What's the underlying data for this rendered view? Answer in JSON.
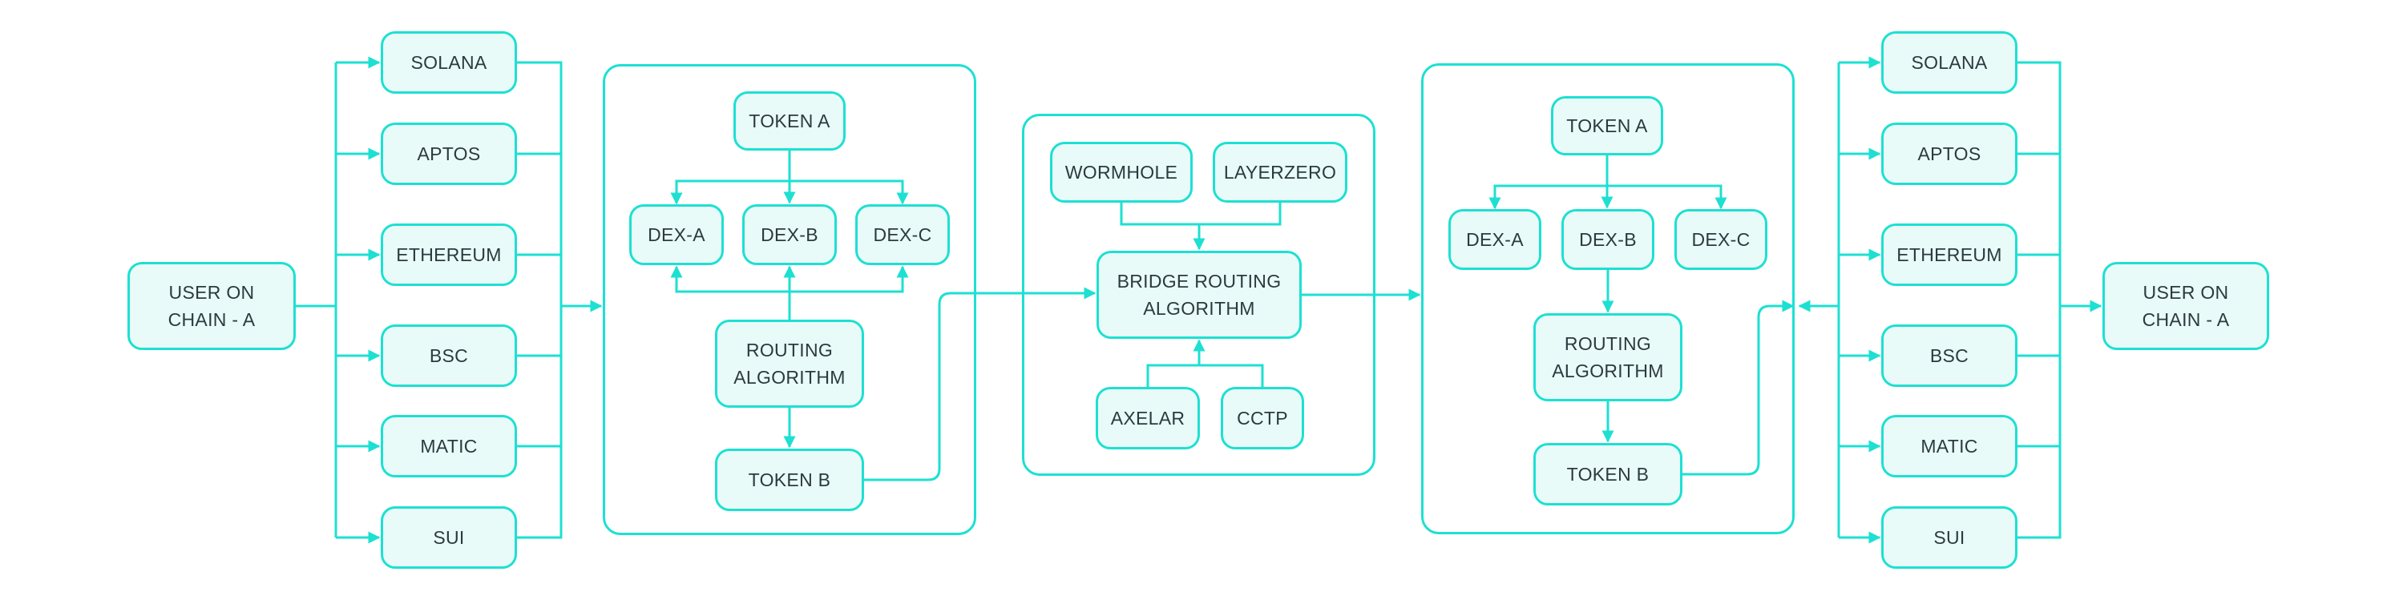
{
  "colors": {
    "stroke": "#1de0d2",
    "fill": "#e9fbf8",
    "text": "#2c3a3f",
    "background": "#ffffff"
  },
  "left": {
    "user": "USER ON\nCHAIN - A",
    "chains": [
      "SOLANA",
      "APTOS",
      "ETHEREUM",
      "BSC",
      "MATIC",
      "SUI"
    ]
  },
  "swap_left": {
    "token_a": "TOKEN A",
    "dexes": [
      "DEX-A",
      "DEX-B",
      "DEX-C"
    ],
    "routing": "ROUTING\nALGORITHM",
    "token_b": "TOKEN B"
  },
  "bridge": {
    "top": [
      "WORMHOLE",
      "LAYERZERO"
    ],
    "routing": "BRIDGE ROUTING\nALGORITHM",
    "bottom": [
      "AXELAR",
      "CCTP"
    ]
  },
  "swap_right": {
    "token_a": "TOKEN A",
    "dexes": [
      "DEX-A",
      "DEX-B",
      "DEX-C"
    ],
    "routing": "ROUTING\nALGORITHM",
    "token_b": "TOKEN B"
  },
  "right": {
    "chains": [
      "SOLANA",
      "APTOS",
      "ETHEREUM",
      "BSC",
      "MATIC",
      "SUI"
    ],
    "user": "USER ON\nCHAIN - A"
  }
}
